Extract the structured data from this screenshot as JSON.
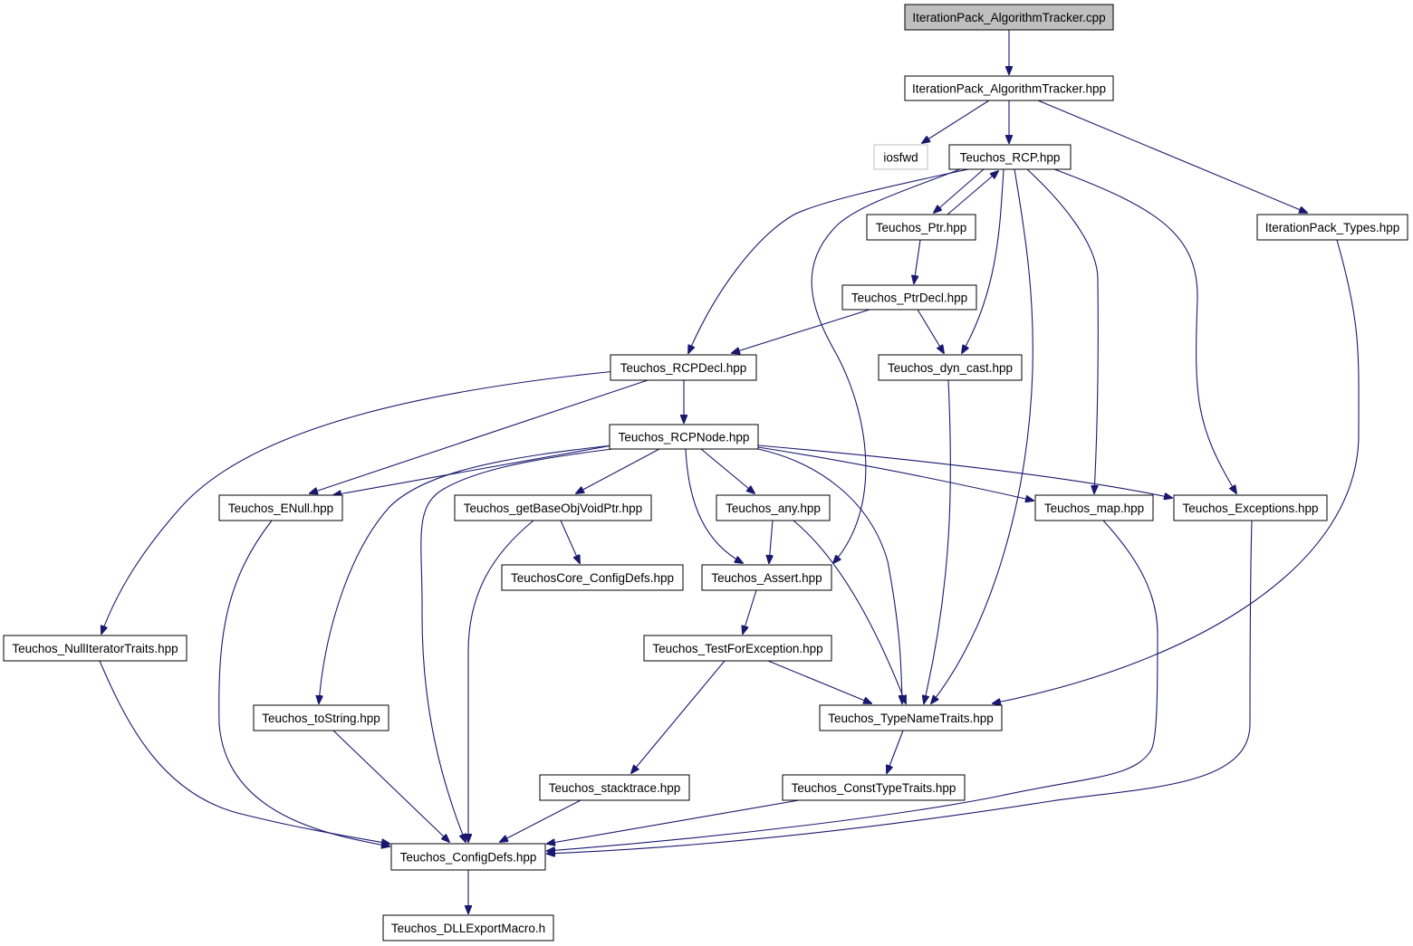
{
  "graph": {
    "title": "",
    "nodes": [
      {
        "id": "root",
        "label": "IterationPack_AlgorithmTracker.cpp",
        "kind": "root"
      },
      {
        "id": "apt_hpp",
        "label": "IterationPack_AlgorithmTracker.hpp"
      },
      {
        "id": "iosfwd",
        "label": "iosfwd",
        "kind": "external"
      },
      {
        "id": "rcp",
        "label": "Teuchos_RCP.hpp"
      },
      {
        "id": "ip_types",
        "label": "IterationPack_Types.hpp"
      },
      {
        "id": "ptr",
        "label": "Teuchos_Ptr.hpp"
      },
      {
        "id": "ptrdecl",
        "label": "Teuchos_PtrDecl.hpp"
      },
      {
        "id": "rcpdecl",
        "label": "Teuchos_RCPDecl.hpp"
      },
      {
        "id": "dyncast",
        "label": "Teuchos_dyn_cast.hpp"
      },
      {
        "id": "rcpnode",
        "label": "Teuchos_RCPNode.hpp"
      },
      {
        "id": "enull",
        "label": "Teuchos_ENull.hpp"
      },
      {
        "id": "getbase",
        "label": "Teuchos_getBaseObjVoidPtr.hpp"
      },
      {
        "id": "any",
        "label": "Teuchos_any.hpp"
      },
      {
        "id": "map",
        "label": "Teuchos_map.hpp"
      },
      {
        "id": "exceptions",
        "label": "Teuchos_Exceptions.hpp"
      },
      {
        "id": "coreconfig",
        "label": "TeuchosCore_ConfigDefs.hpp"
      },
      {
        "id": "assert",
        "label": "Teuchos_Assert.hpp"
      },
      {
        "id": "nulliter",
        "label": "Teuchos_NullIteratorTraits.hpp"
      },
      {
        "id": "testforexc",
        "label": "Teuchos_TestForException.hpp"
      },
      {
        "id": "tostring",
        "label": "Teuchos_toString.hpp"
      },
      {
        "id": "typename",
        "label": "Teuchos_TypeNameTraits.hpp"
      },
      {
        "id": "stacktrace",
        "label": "Teuchos_stacktrace.hpp"
      },
      {
        "id": "consttype",
        "label": "Teuchos_ConstTypeTraits.hpp"
      },
      {
        "id": "configdefs",
        "label": "Teuchos_ConfigDefs.hpp"
      },
      {
        "id": "dllexport",
        "label": "Teuchos_DLLExportMacro.h"
      }
    ],
    "edges": [
      [
        "root",
        "apt_hpp"
      ],
      [
        "apt_hpp",
        "iosfwd"
      ],
      [
        "apt_hpp",
        "rcp"
      ],
      [
        "apt_hpp",
        "ip_types"
      ],
      [
        "rcp",
        "rcpdecl"
      ],
      [
        "rcp",
        "assert"
      ],
      [
        "rcp",
        "ptr"
      ],
      [
        "rcp",
        "dyncast"
      ],
      [
        "rcp",
        "typename"
      ],
      [
        "rcp",
        "map"
      ],
      [
        "rcp",
        "exceptions"
      ],
      [
        "ptr",
        "rcp"
      ],
      [
        "ptr",
        "ptrdecl"
      ],
      [
        "ptrdecl",
        "rcpdecl"
      ],
      [
        "ptrdecl",
        "dyncast"
      ],
      [
        "ip_types",
        "typename"
      ],
      [
        "rcpdecl",
        "rcpnode"
      ],
      [
        "rcpdecl",
        "enull"
      ],
      [
        "rcpdecl",
        "nulliter"
      ],
      [
        "dyncast",
        "typename"
      ],
      [
        "rcpnode",
        "enull"
      ],
      [
        "rcpnode",
        "getbase"
      ],
      [
        "rcpnode",
        "any"
      ],
      [
        "rcpnode",
        "assert"
      ],
      [
        "rcpnode",
        "tostring"
      ],
      [
        "rcpnode",
        "configdefs"
      ],
      [
        "rcpnode",
        "typename"
      ],
      [
        "rcpnode",
        "map"
      ],
      [
        "rcpnode",
        "exceptions"
      ],
      [
        "enull",
        "configdefs"
      ],
      [
        "getbase",
        "coreconfig"
      ],
      [
        "getbase",
        "configdefs"
      ],
      [
        "any",
        "assert"
      ],
      [
        "any",
        "typename"
      ],
      [
        "map",
        "configdefs"
      ],
      [
        "exceptions",
        "configdefs"
      ],
      [
        "assert",
        "testforexc"
      ],
      [
        "nulliter",
        "configdefs"
      ],
      [
        "testforexc",
        "typename"
      ],
      [
        "testforexc",
        "stacktrace"
      ],
      [
        "tostring",
        "configdefs"
      ],
      [
        "typename",
        "consttype"
      ],
      [
        "stacktrace",
        "configdefs"
      ],
      [
        "consttype",
        "configdefs"
      ],
      [
        "configdefs",
        "dllexport"
      ]
    ]
  }
}
